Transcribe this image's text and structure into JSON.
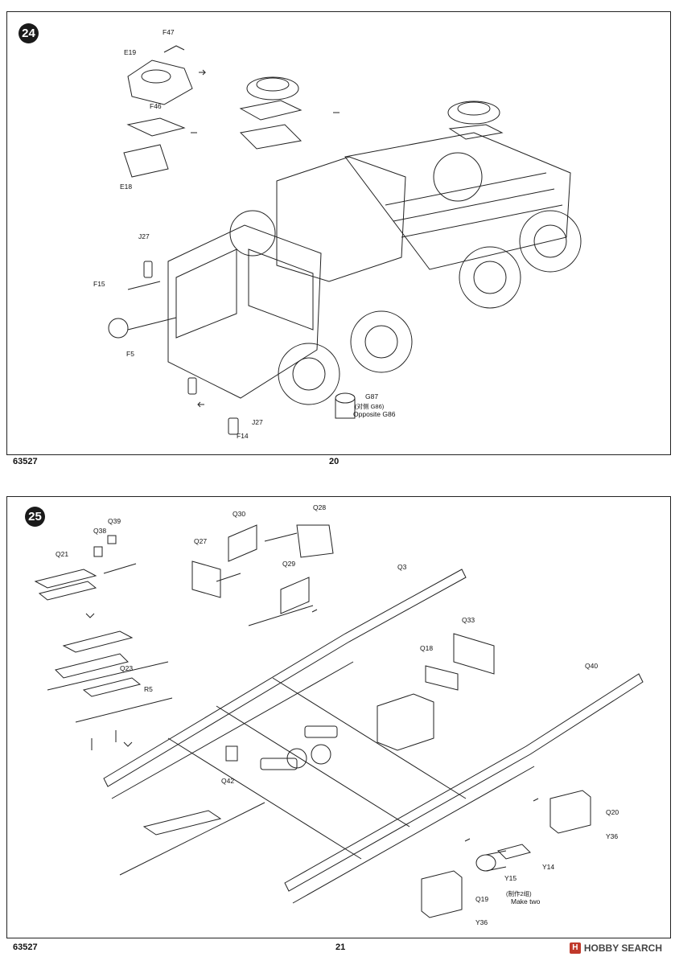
{
  "pages": [
    {
      "step": "24",
      "labels": {
        "F47": "F47",
        "E19": "E19",
        "F46": "F46",
        "E18": "E18",
        "J27_top": "J27",
        "F15": "F15",
        "F5": "F5",
        "G87": "G87",
        "G87_note_cn": "(对侧 G86)",
        "G87_note_en": "Opposite G86",
        "J27_bottom": "J27",
        "F14": "F14"
      },
      "code": "63527",
      "page_number": "20"
    },
    {
      "step": "25",
      "labels": {
        "Q39": "Q39",
        "Q38": "Q38",
        "Q21": "Q21",
        "Q23": "Q23",
        "R5": "R5",
        "Q30": "Q30",
        "Q28": "Q28",
        "Q27": "Q27",
        "Q29": "Q29",
        "Q3": "Q3",
        "Q33": "Q33",
        "Q18": "Q18",
        "Q40": "Q40",
        "Q42": "Q42",
        "Q20": "Q20",
        "Y36_a": "Y36",
        "Y14": "Y14",
        "Y15": "Y15",
        "make_two_cn": "(制作2组)",
        "make_two_en": "Make two",
        "Q19": "Q19",
        "Y36_b": "Y36"
      },
      "code": "63527",
      "page_number": "21"
    }
  ],
  "watermark": "HOBBY SEARCH"
}
